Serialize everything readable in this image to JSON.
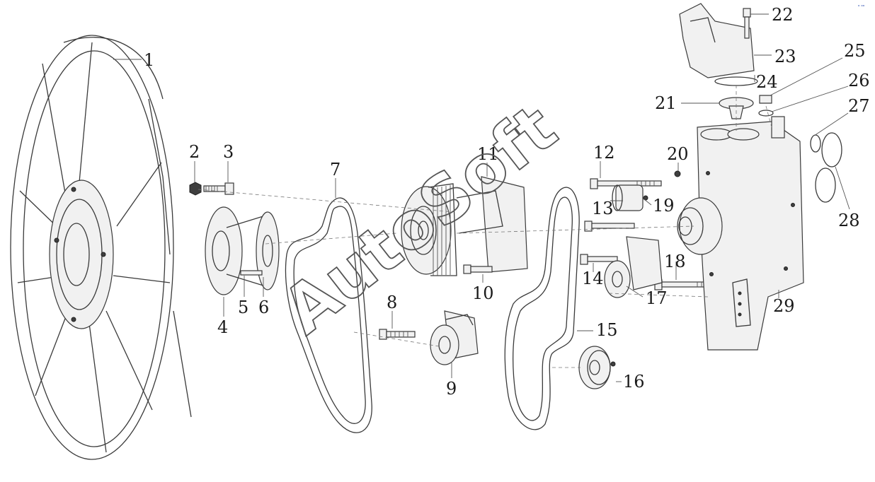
{
  "watermark": "AutoSoft",
  "corner_mark": "ᵒ ᵒᵒ",
  "callouts": [
    "1",
    "2",
    "3",
    "4",
    "5",
    "6",
    "7",
    "8",
    "9",
    "10",
    "11",
    "12",
    "13",
    "14",
    "15",
    "16",
    "17",
    "18",
    "19",
    "20",
    "21",
    "22",
    "23",
    "24",
    "25",
    "26",
    "27",
    "28",
    "29"
  ],
  "colors": {
    "line": "#3a3a3a",
    "background": "#ffffff",
    "watermark_outline": "#555555"
  }
}
